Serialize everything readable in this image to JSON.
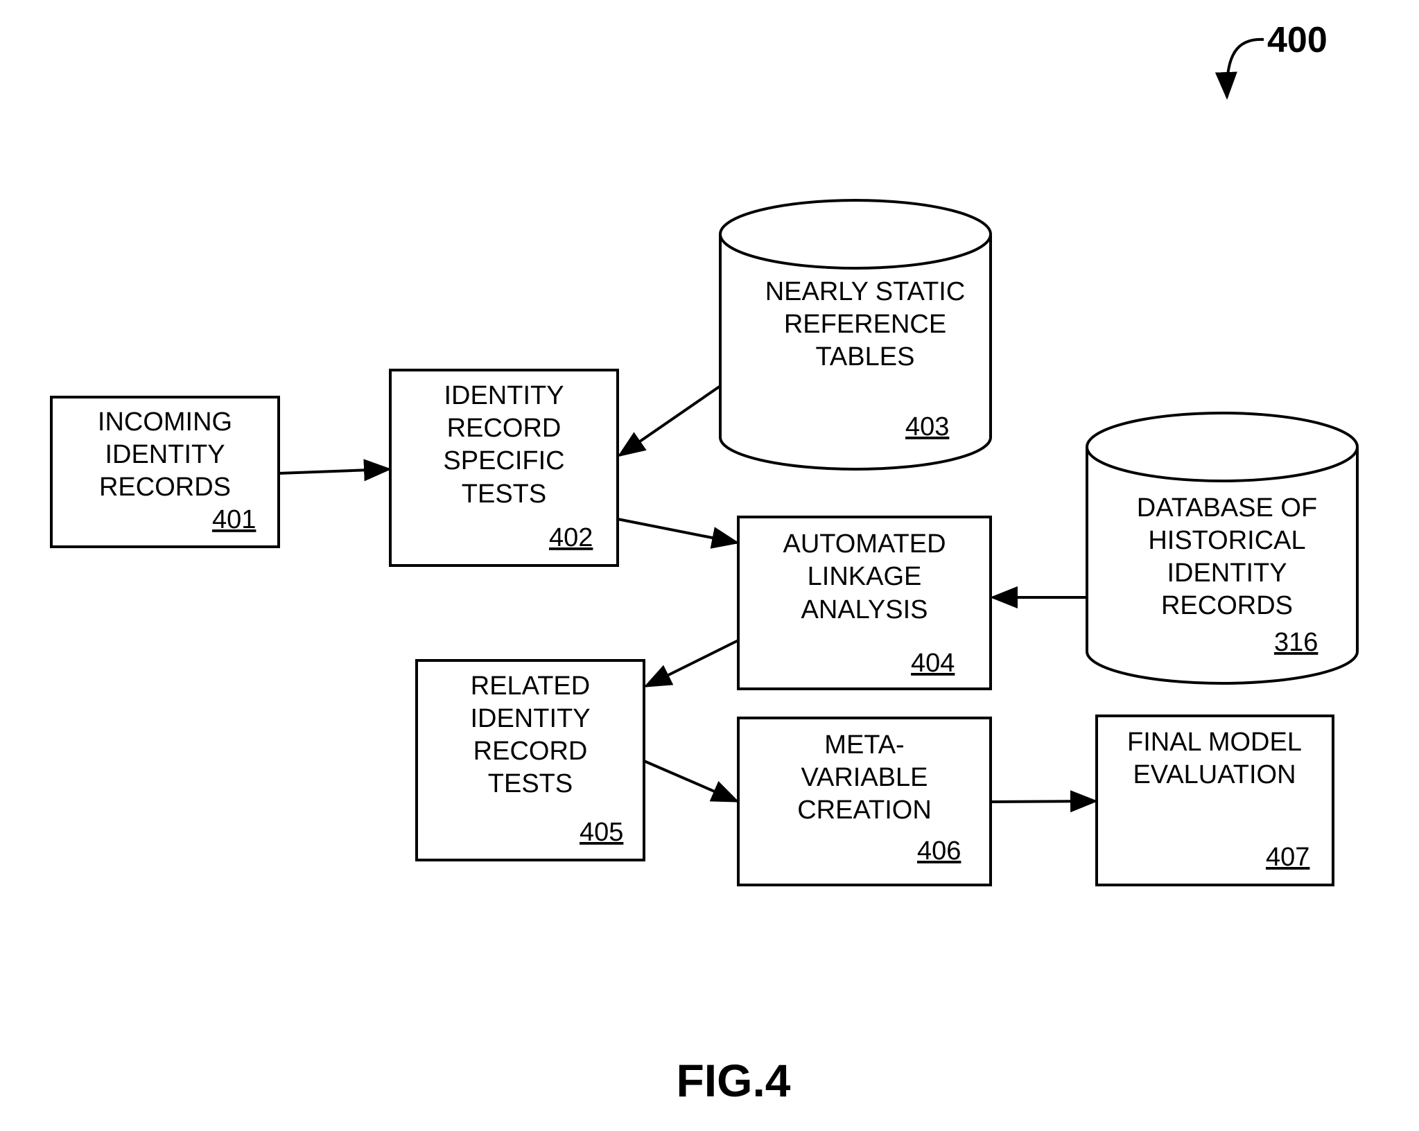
{
  "figure_number": "400",
  "figure_caption": "FIG.4",
  "nodes": {
    "n401": {
      "lines": [
        "INCOMING",
        "IDENTITY",
        "RECORDS"
      ],
      "ref": "401"
    },
    "n402": {
      "lines": [
        "IDENTITY",
        "RECORD",
        "SPECIFIC",
        "TESTS"
      ],
      "ref": "402"
    },
    "n403": {
      "lines": [
        "NEARLY STATIC",
        "REFERENCE",
        "TABLES"
      ],
      "ref": "403"
    },
    "n404": {
      "lines": [
        "AUTOMATED",
        "LINKAGE",
        "ANALYSIS"
      ],
      "ref": "404"
    },
    "n316": {
      "lines": [
        "DATABASE OF",
        "HISTORICAL",
        "IDENTITY",
        "RECORDS"
      ],
      "ref": "316"
    },
    "n405": {
      "lines": [
        "RELATED",
        "IDENTITY",
        "RECORD",
        "TESTS"
      ],
      "ref": "405"
    },
    "n406": {
      "lines": [
        "META-",
        "VARIABLE",
        "CREATION"
      ],
      "ref": "406"
    },
    "n407": {
      "lines": [
        "FINAL MODEL",
        "EVALUATION"
      ],
      "ref": "407"
    }
  }
}
